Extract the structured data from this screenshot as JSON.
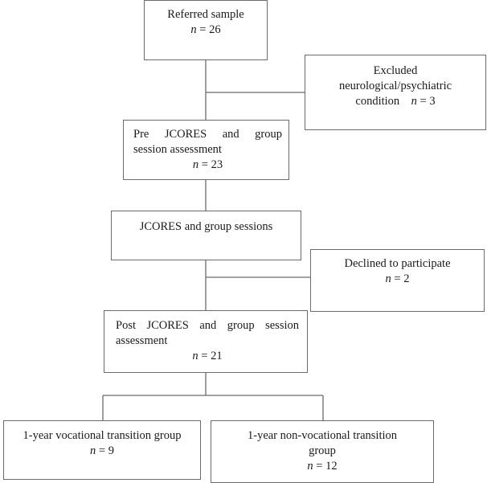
{
  "nodes": {
    "referred": {
      "title": "Referred sample",
      "n": "26"
    },
    "excluded": {
      "line1": "Excluded",
      "line2": "neurological/psychiatric",
      "line3": "condition",
      "n": "3"
    },
    "pre": {
      "line1": "Pre JCORES and group",
      "line2": "session assessment",
      "n": "23"
    },
    "sessions": {
      "title": "JCORES and group sessions"
    },
    "declined": {
      "title": "Declined to participate",
      "n": "2"
    },
    "post": {
      "line1": "Post JCORES and group session",
      "line2": "assessment",
      "n": "21"
    },
    "vocational": {
      "title": "1-year vocational transition group",
      "n": "9"
    },
    "non_vocational": {
      "line1": "1-year non-vocational transition",
      "line2": "group",
      "n": "12"
    }
  },
  "labels": {
    "n_symbol": "n",
    "n_equals": " = "
  }
}
